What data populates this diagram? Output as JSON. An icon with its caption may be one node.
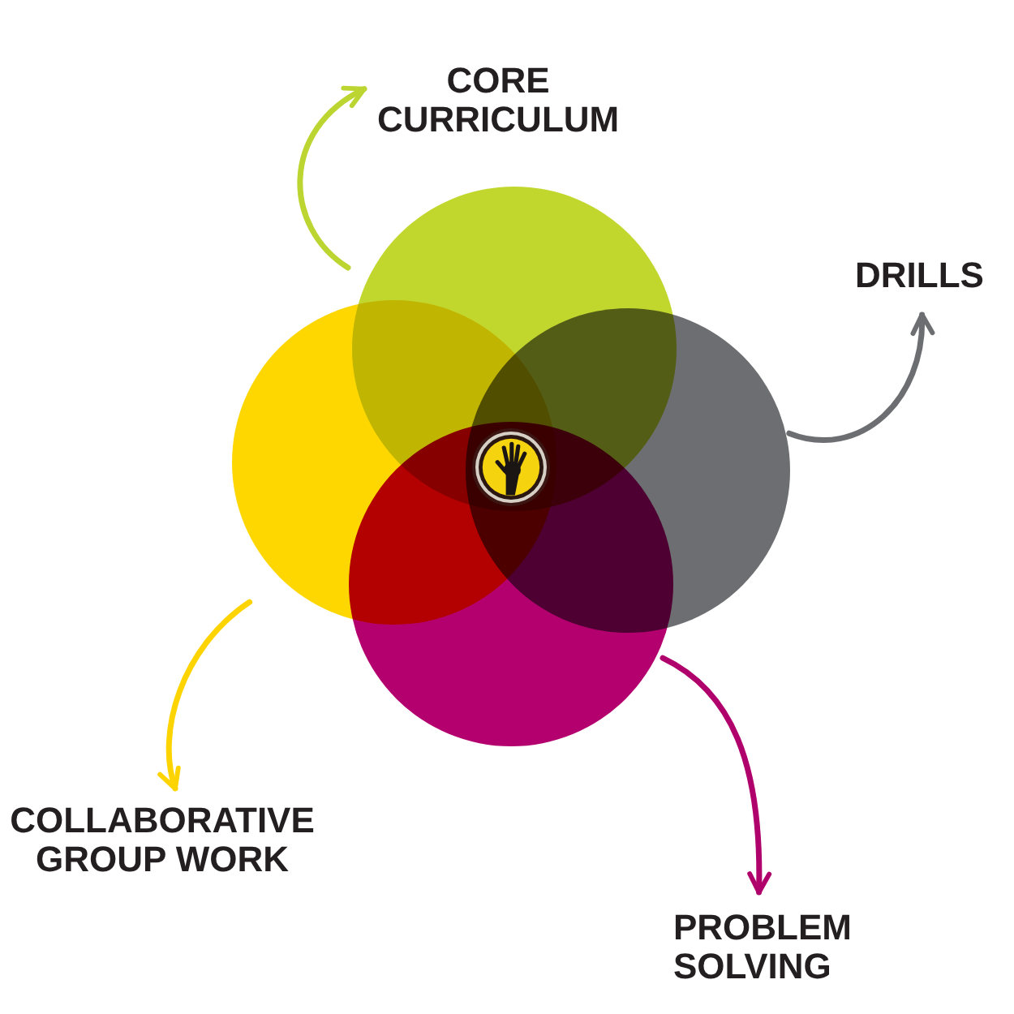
{
  "diagram": {
    "nodes": [
      {
        "text": [
          "CORE CURRICULUM"
        ]
      },
      {
        "text": [
          "DRILLS"
        ]
      },
      {
        "text": [],
        "shape": "circle"
      },
      {
        "text": [],
        "shape": "circle"
      },
      {
        "text": [],
        "shape": "circle"
      },
      {
        "text": [],
        "shape": "circle"
      },
      {
        "text": [
          "COLLABORATIVE GROUP WORK"
        ]
      },
      {
        "text": [
          "PROBLEM SOLVING"
        ]
      }
    ],
    "edges": [
      {
        "from": 2,
        "to": 0,
        "arrow": "to",
        "color": "#bdd531"
      },
      {
        "from": 4,
        "to": 1,
        "arrow": "to",
        "color": "#6d6e71"
      },
      {
        "from": 3,
        "to": 6,
        "arrow": "to",
        "color": "#fdd400"
      },
      {
        "from": 5,
        "to": 7,
        "arrow": "to",
        "color": "#b0006b"
      }
    ]
  }
}
